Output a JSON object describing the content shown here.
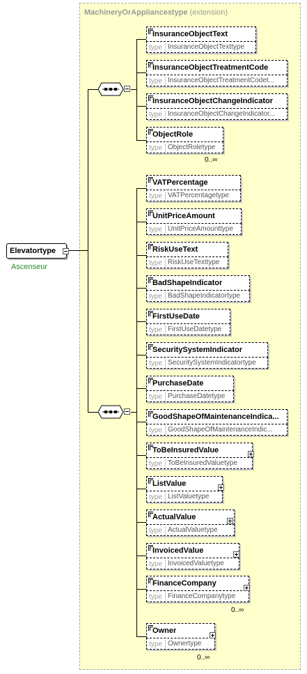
{
  "extension": {
    "type_name": "MachineryOrAppliancestype",
    "qualifier": "(extension)"
  },
  "root": {
    "name": "Elevatortype",
    "documentation": "Ascenseur"
  },
  "type_label": "type",
  "group1": {
    "occurrence": "0..∞",
    "elements": [
      {
        "name": "InsuranceObjectText",
        "type": "InsuranceObjectTexttype"
      },
      {
        "name": "InsuranceObjectTreatmentCode",
        "type": "InsuranceObjectTreatmentCodet..."
      },
      {
        "name": "InsuranceObjectChangeIndicator",
        "type": "InsuranceObjectChangeIndicator..."
      },
      {
        "name": "ObjectRole",
        "type": "ObjectRoletype"
      }
    ]
  },
  "group2": {
    "elements": [
      {
        "name": "VATPercentage",
        "type": "VATPercentagetype"
      },
      {
        "name": "UnitPriceAmount",
        "type": "UnitPriceAmounttype"
      },
      {
        "name": "RiskUseText",
        "type": "RiskUseTexttype"
      },
      {
        "name": "BadShapeIndicator",
        "type": "BadShapeIndicatortype"
      },
      {
        "name": "FirstUseDate",
        "type": "FirstUseDatetype"
      },
      {
        "name": "SecuritySystemIndicator",
        "type": "SecuritySystemIndicatortype"
      },
      {
        "name": "PurchaseDate",
        "type": "PurchaseDatetype"
      },
      {
        "name": "GoodShapeOfMaintenanceIndica...",
        "type": "GoodShapeOfMaintenanceIndic..."
      },
      {
        "name": "ToBeInsuredValue",
        "type": "ToBeInsuredValuetype"
      },
      {
        "name": "ListValue",
        "type": "ListValuetype"
      },
      {
        "name": "ActualValue",
        "type": "ActualValuetype"
      },
      {
        "name": "InvoicedValue",
        "type": "InvoicedValuetype"
      },
      {
        "name": "FinanceCompany",
        "type": "FinanceCompanytype",
        "occurrence": "0..∞"
      },
      {
        "name": "Owner",
        "type": "Ownertype",
        "occurrence": "0..∞"
      }
    ]
  }
}
